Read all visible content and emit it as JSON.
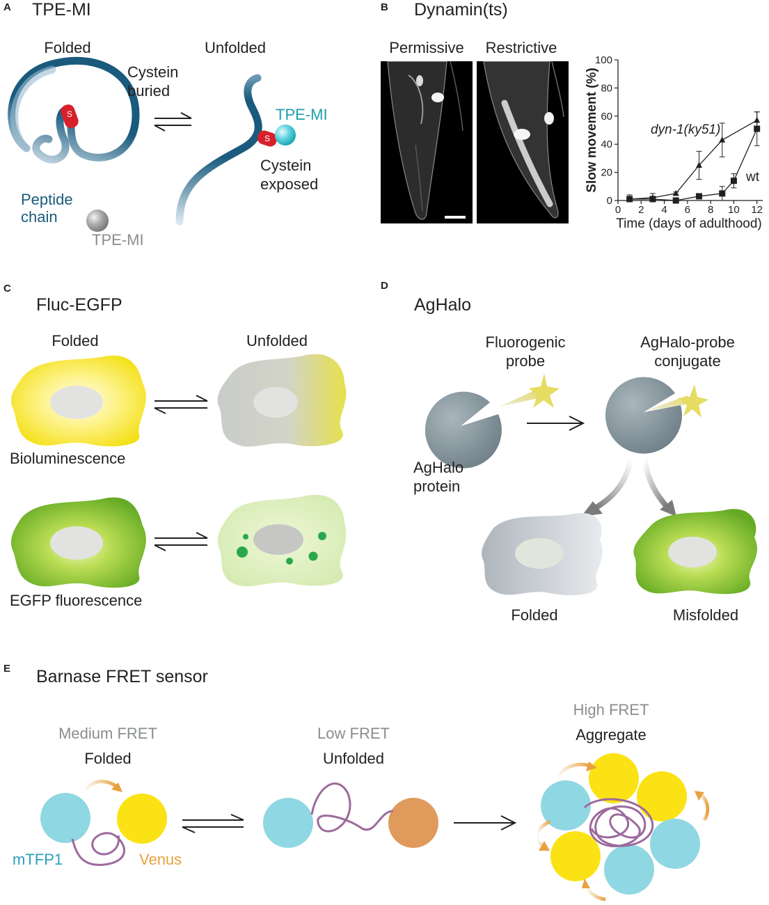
{
  "panel_a": {
    "letter": "A",
    "title": "TPE-MI",
    "folded": "Folded",
    "unfolded": "Unfolded",
    "cystein_buried": [
      "Cystein",
      "buried"
    ],
    "tpe_mi_bound": "TPE-MI",
    "cystein_exposed": [
      "Cystein",
      "exposed"
    ],
    "peptide_chain": [
      "Peptide",
      "chain"
    ],
    "tpe_mi_free": "TPE-MI",
    "sulfur": "S"
  },
  "panel_b": {
    "letter": "B",
    "title": "Dynamin(ts)",
    "permissive": "Permissive",
    "restrictive": "Restrictive"
  },
  "chart_data": {
    "type": "line",
    "xlabel": "Time (days of adulthood)",
    "ylabel": "Slow movement (%)",
    "xlim": [
      0,
      12.5
    ],
    "ylim": [
      0,
      100
    ],
    "xticks": [
      0,
      2,
      4,
      6,
      8,
      10,
      12
    ],
    "yticks": [
      0,
      20,
      40,
      60,
      80,
      100
    ],
    "series": [
      {
        "name": "dyn-1(ky51)",
        "marker": "triangle",
        "x": [
          1,
          3,
          5,
          7,
          9,
          12
        ],
        "y": [
          1,
          2,
          5,
          25,
          43,
          57
        ],
        "err": [
          3,
          3,
          1,
          10,
          12,
          6
        ]
      },
      {
        "name": "wt",
        "marker": "square",
        "x": [
          1,
          3,
          5,
          7,
          9,
          10,
          12
        ],
        "y": [
          1,
          1,
          0,
          3,
          5,
          14,
          51
        ],
        "err": [
          2,
          2,
          0,
          1,
          5,
          5,
          12
        ]
      }
    ]
  },
  "panel_c": {
    "letter": "C",
    "title": "Fluc-EGFP",
    "folded": "Folded",
    "unfolded": "Unfolded",
    "bioluminescence": "Bioluminescence",
    "egfp_fluorescence": "EGFP fluorescence"
  },
  "panel_d": {
    "letter": "D",
    "title": "AgHalo",
    "fluorogenic_probe": [
      "Fluorogenic",
      "probe"
    ],
    "conjugate": [
      "AgHalo-probe",
      "conjugate"
    ],
    "protein": [
      "AgHalo",
      "protein"
    ],
    "folded": "Folded",
    "misfolded": "Misfolded"
  },
  "panel_e": {
    "letter": "E",
    "title": "Barnase FRET sensor",
    "medium_fret": "Medium FRET",
    "folded": "Folded",
    "low_fret": "Low FRET",
    "unfolded": "Unfolded",
    "high_fret": "High FRET",
    "aggregate": "Aggregate",
    "mtfp1": "mTFP1",
    "venus": "Venus"
  },
  "colors": {
    "chain": "#1a5a7d",
    "cyan": "#8fd7e3",
    "yellow": "#fbe214",
    "orange": "#e8a040",
    "purple": "#9c6a9c",
    "red": "#d8202a",
    "green": "#6fb52c",
    "grey_sphere": "#7e8c94"
  }
}
